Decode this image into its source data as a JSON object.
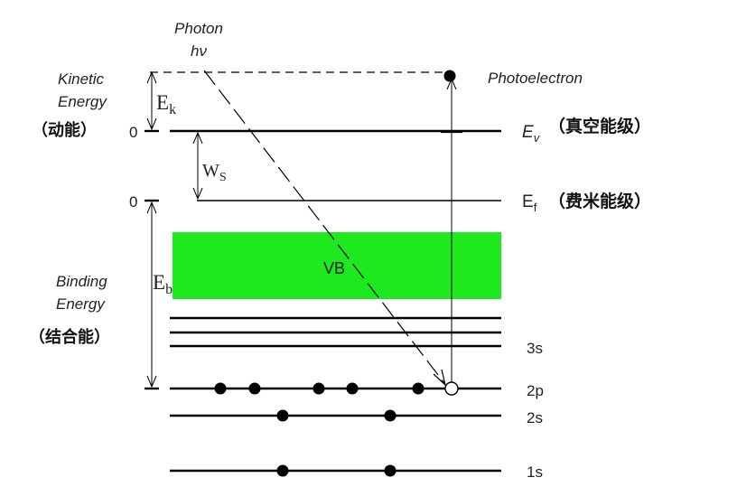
{
  "labels": {
    "photon_line1": "Photon",
    "photon_line2": "hν",
    "kinetic_line1": "Kinetic",
    "kinetic_line2": "Energy",
    "kinetic_cn": "（动能）",
    "binding_line1": "Binding",
    "binding_line2": "Energy",
    "binding_cn": "（结合能）",
    "photoelectron": "Photoelectron",
    "ek_main": "E",
    "ek_sub": "k",
    "ws_main": "W",
    "ws_sub": "S",
    "eb_main": "E",
    "eb_sub": "b",
    "zero_vacuum": "0",
    "zero_fermi": "0",
    "ev_main": "E",
    "ev_sub": "v",
    "ev_cn": "（真空能级）",
    "ef_main": "E",
    "ef_sub": "f",
    "ef_cn": "（费米能级）",
    "vb": "VB",
    "level_3s": "3s",
    "level_2p": "2p",
    "level_2s": "2s",
    "level_1s": "1s"
  },
  "colors": {
    "valence_band": "#1ee81e",
    "line": "#000000"
  }
}
